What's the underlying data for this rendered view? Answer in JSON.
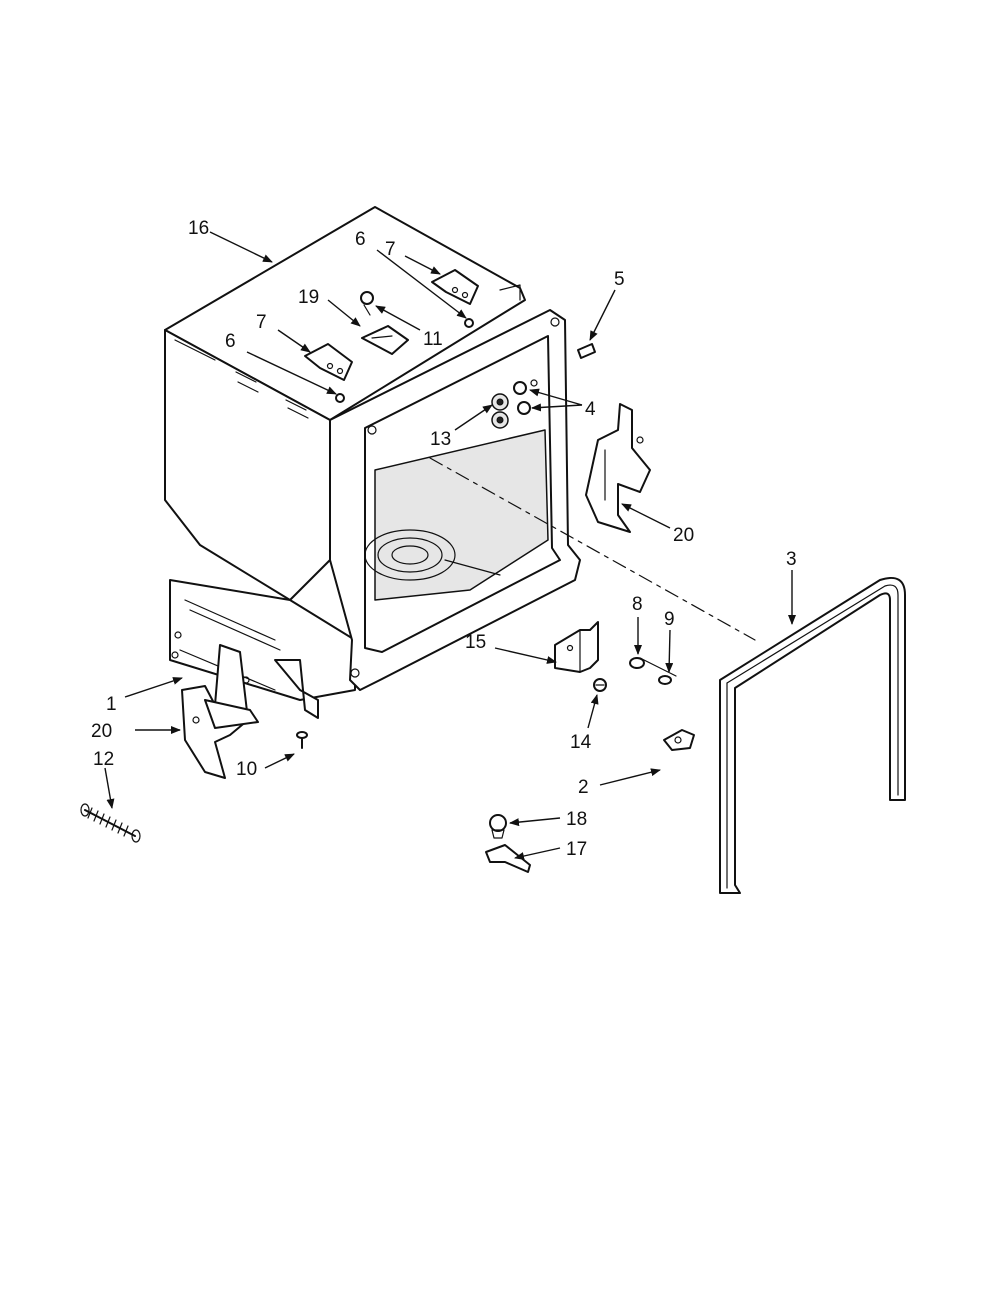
{
  "diagram": {
    "callouts": [
      {
        "id": "c16",
        "text": "16"
      },
      {
        "id": "c7a",
        "text": "7"
      },
      {
        "id": "c6a",
        "text": "6"
      },
      {
        "id": "c19",
        "text": "19"
      },
      {
        "id": "c11",
        "text": "11"
      },
      {
        "id": "c7b",
        "text": "7"
      },
      {
        "id": "c6b",
        "text": "6"
      },
      {
        "id": "c5",
        "text": "5"
      },
      {
        "id": "c4",
        "text": "4"
      },
      {
        "id": "c13",
        "text": "13"
      },
      {
        "id": "c20a",
        "text": "20"
      },
      {
        "id": "c3",
        "text": "3"
      },
      {
        "id": "c8",
        "text": "8"
      },
      {
        "id": "c9",
        "text": "9"
      },
      {
        "id": "c15",
        "text": "15"
      },
      {
        "id": "c14",
        "text": "14"
      },
      {
        "id": "c1",
        "text": "1"
      },
      {
        "id": "c20b",
        "text": "20"
      },
      {
        "id": "c12",
        "text": "12"
      },
      {
        "id": "c10",
        "text": "10"
      },
      {
        "id": "c2",
        "text": "2"
      },
      {
        "id": "c18",
        "text": "18"
      },
      {
        "id": "c17",
        "text": "17"
      }
    ]
  }
}
